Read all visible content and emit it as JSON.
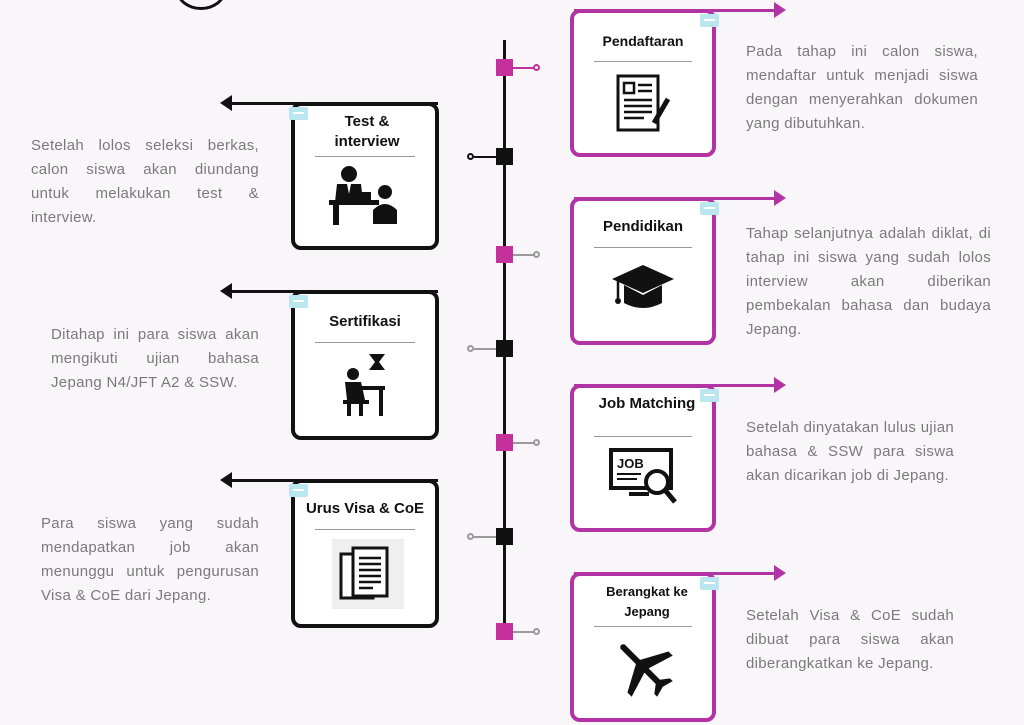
{
  "steps_right": [
    {
      "title": "Pendaftaran",
      "icon": "document-form-icon",
      "desc": "Pada tahap ini calon siswa, mendaftar untuk menjadi siswa dengan menyerahkan dokumen yang dibutuhkan."
    },
    {
      "title": "Pendidikan",
      "icon": "graduation-cap-icon",
      "desc": "Tahap selanjutnya adalah diklat, di tahap ini siswa yang sudah lolos interview akan diberikan pembekalan bahasa dan budaya Jepang."
    },
    {
      "title": "Job Matching",
      "icon": "job-search-icon",
      "desc": "Setelah dinyatakan lulus ujian bahasa & SSW para siswa akan dicarikan job di Jepang."
    },
    {
      "title": "Berangkat ke Jepang",
      "icon": "airplane-icon",
      "desc": "Setelah Visa & CoE sudah dibuat para siswa akan diberangkatkan ke Jepang."
    }
  ],
  "steps_left": [
    {
      "title": "Test & interview",
      "icon": "interview-icon",
      "desc": "Setelah lolos seleksi berkas, calon siswa akan diundang untuk melakukan test & interview."
    },
    {
      "title": "Sertifikasi",
      "icon": "exam-icon",
      "desc": "Ditahap ini para siswa akan mengikuti ujian bahasa Jepang N4/JFT A2 & SSW."
    },
    {
      "title": "Urus Visa & CoE",
      "icon": "documents-icon",
      "desc": "Para siswa yang sudah mendapatkan job akan menunggu untuk pengurusan Visa & CoE dari Jepang."
    }
  ],
  "colors": {
    "accent": "#b234a4",
    "node_pink": "#c4309c",
    "dark": "#111111",
    "text": "#7a7a7a"
  }
}
